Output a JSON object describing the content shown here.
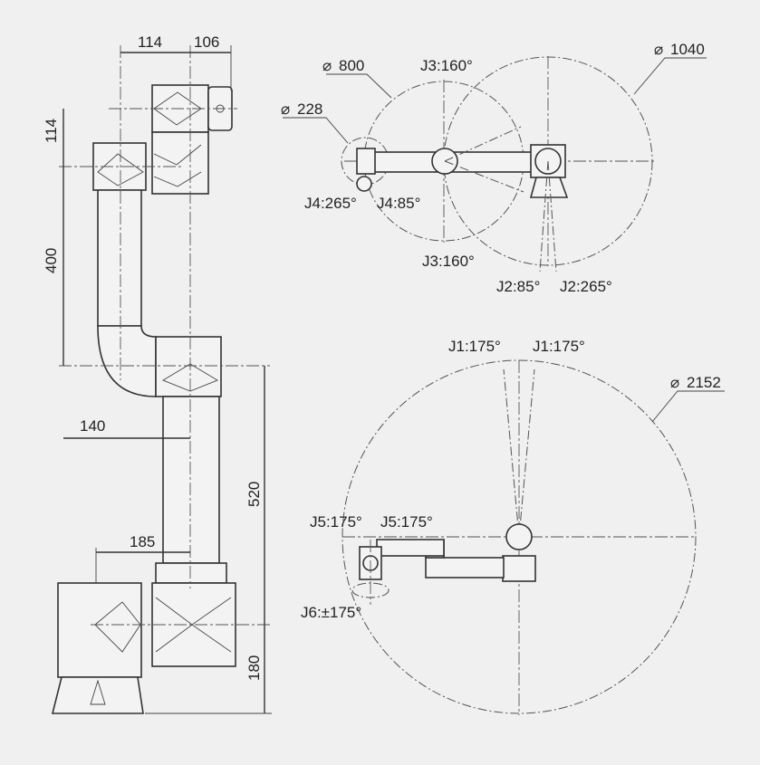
{
  "side_view": {
    "dim_top_left": "114",
    "dim_top_right": "106",
    "dim_left_114": "114",
    "dim_left_400": "400",
    "dim_140": "140",
    "dim_185": "185",
    "dim_right_520": "520",
    "dim_right_180": "180"
  },
  "top_view": {
    "dia_800": "800",
    "dia_1040": "1040",
    "dia_228": "228",
    "j3_top": "J3:160°",
    "j3_bottom": "J3:160°",
    "j4_left": "J4:265°",
    "j4_right": "J4:85°",
    "j2_left": "J2:85°",
    "j2_right": "J2:265°"
  },
  "base_view": {
    "j1_left": "J1:175°",
    "j1_right": "J1:175°",
    "dia_2152": "2152",
    "j5_left": "J5:175°",
    "j5_right": "J5:175°",
    "j6": "J6:±175°"
  },
  "diameter_symbol": "⌀"
}
